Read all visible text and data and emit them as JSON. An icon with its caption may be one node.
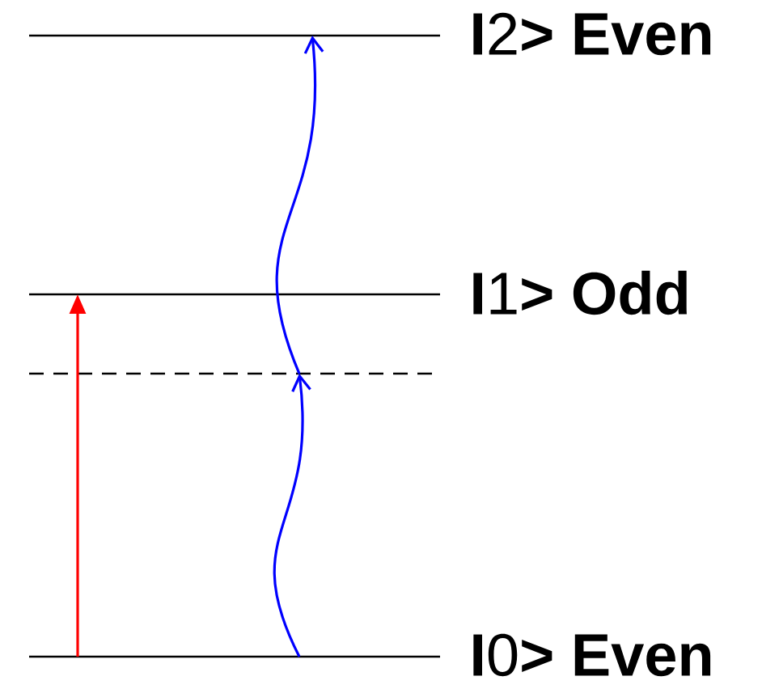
{
  "diagram": {
    "nodes": [
      {
        "text": [
          "**I**2**> Even**"
        ]
      },
      {
        "text": [
          "**I**1**> Odd**"
        ]
      },
      {
        "text": [],
        "shape": "line"
      },
      {
        "text": [
          "**I**0**> Even**"
        ]
      }
    ],
    "edges": [
      {
        "from": 3,
        "to": 1,
        "arrow": "to",
        "color": "#ff0000"
      },
      {
        "from": 3,
        "to": 2,
        "arrow": "to"
      },
      {
        "from": 2,
        "to": 0,
        "arrow": "to"
      }
    ]
  }
}
